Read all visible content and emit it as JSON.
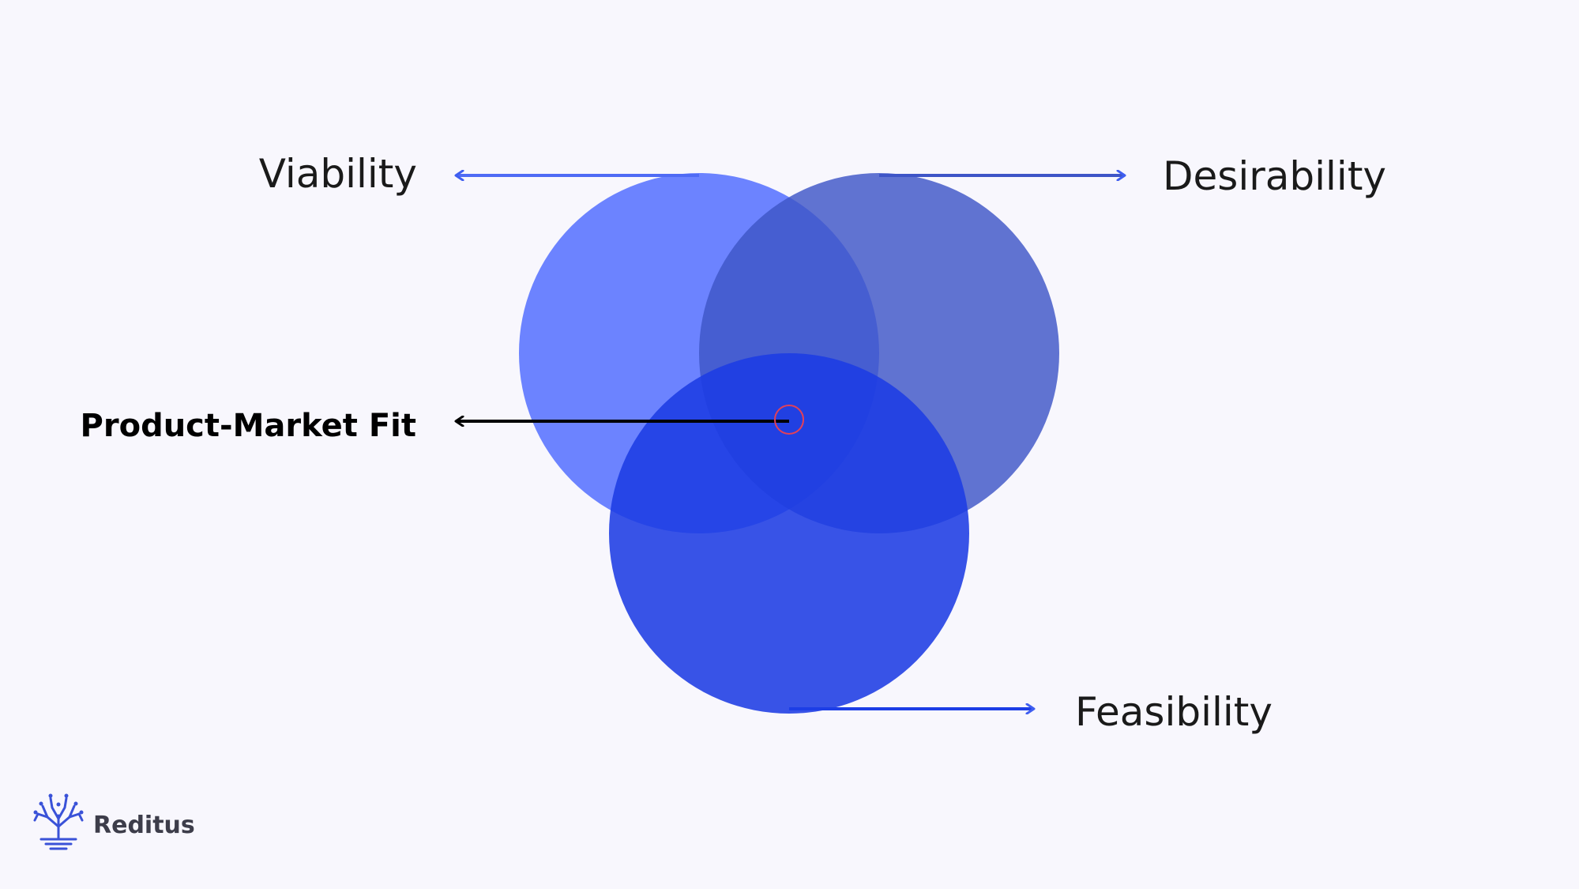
{
  "diagram": {
    "circles": [
      {
        "name": "Viability",
        "color": "#5873ff"
      },
      {
        "name": "Desirability",
        "color": "#4a5fcc"
      },
      {
        "name": "Feasibility",
        "color": "#1d3ee6"
      }
    ],
    "labels": {
      "viability": "Viability",
      "desirability": "Desirability",
      "feasibility": "Feasibility",
      "intersection": "Product-Market Fit"
    },
    "colors": {
      "background": "#f8f7fd",
      "arrow_blue": "#3f5ef0",
      "arrow_black": "#000000",
      "center_marker": "#e0405a"
    }
  },
  "brand": {
    "name": "Reditus",
    "icon": "tree-logo-icon",
    "color": "#3a52d8"
  }
}
